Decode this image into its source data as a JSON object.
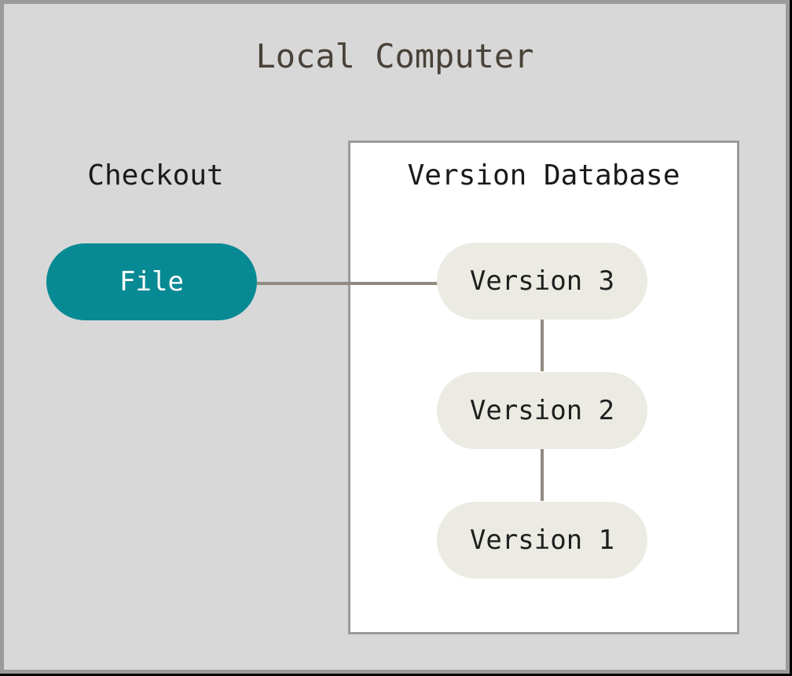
{
  "diagram": {
    "title": "Local Computer",
    "checkout_label": "Checkout",
    "file_node_label": "File",
    "version_database": {
      "title": "Version Database",
      "versions": [
        {
          "label": "Version 3"
        },
        {
          "label": "Version 2"
        },
        {
          "label": "Version 1"
        }
      ]
    },
    "connections": [
      {
        "from": "File",
        "to": "Version 3",
        "direction": "horizontal"
      },
      {
        "from": "Version 3",
        "to": "Version 2",
        "direction": "vertical"
      },
      {
        "from": "Version 2",
        "to": "Version 1",
        "direction": "vertical"
      }
    ]
  },
  "colors": {
    "background": "#d8d8d8",
    "outer_border": "#9b9b9b",
    "box_background": "#ffffff",
    "box_border": "#9b9b9b",
    "file_pill": "#088a94",
    "file_pill_text": "#ffffff",
    "version_pill": "#ecebe3",
    "version_pill_text": "#1f1f1f",
    "connector": "#918a80",
    "title_text": "#494238",
    "label_text": "#1a1a1a"
  }
}
